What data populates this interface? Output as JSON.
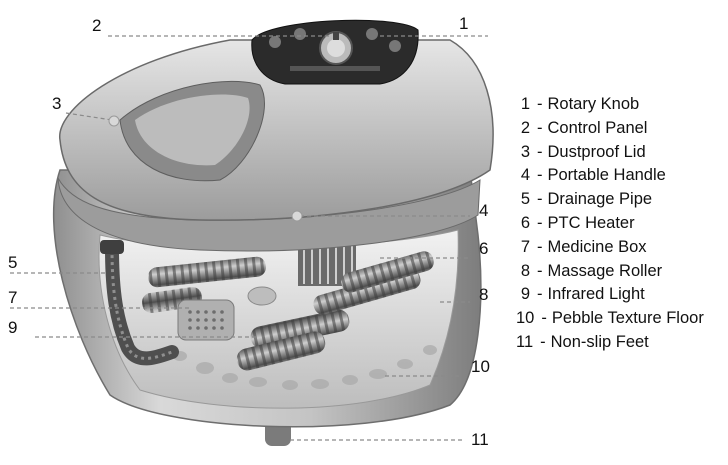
{
  "callouts": [
    {
      "num": "1"
    },
    {
      "num": "2"
    },
    {
      "num": "3"
    },
    {
      "num": "4"
    },
    {
      "num": "5"
    },
    {
      "num": "6"
    },
    {
      "num": "7"
    },
    {
      "num": "8"
    },
    {
      "num": "9"
    },
    {
      "num": "10"
    },
    {
      "num": "11"
    }
  ],
  "legend": [
    {
      "num": "1",
      "label": "Rotary Knob"
    },
    {
      "num": "2",
      "label": "Control Panel"
    },
    {
      "num": "3",
      "label": "Dustproof Lid"
    },
    {
      "num": "4",
      "label": "Portable Handle"
    },
    {
      "num": "5",
      "label": "Drainage Pipe"
    },
    {
      "num": "6",
      "label": "PTC Heater"
    },
    {
      "num": "7",
      "label": "Medicine Box"
    },
    {
      "num": "8",
      "label": "Massage Roller"
    },
    {
      "num": "9",
      "label": "Infrared Light"
    },
    {
      "num": "10",
      "label": "Pebble Texture Floor"
    },
    {
      "num": "11",
      "label": "Non-slip Feet"
    }
  ],
  "legend_separator": "-",
  "colors": {
    "background": "#ffffff",
    "text": "#111111",
    "leader": "#8a8a8a",
    "body": "#b9b9b9"
  }
}
